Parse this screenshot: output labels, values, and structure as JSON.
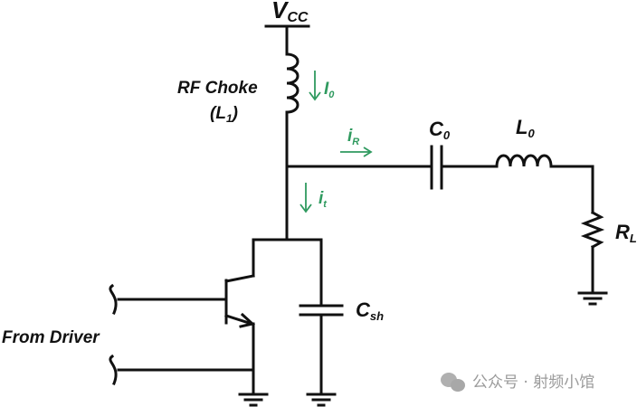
{
  "diagram": {
    "title": "Class-E amplifier schematic",
    "labels": {
      "vcc_main": "V",
      "vcc_sub": "CC",
      "choke_line1": "RF Choke",
      "choke_open": "(L",
      "choke_sub": "1",
      "choke_close": ")",
      "c0_main": "C",
      "c0_sub": "0",
      "l0_main": "L",
      "l0_sub": "0",
      "rl_main": "R",
      "rl_sub": "L",
      "csh_main": "C",
      "csh_sub": "sh",
      "driver": "From Driver"
    },
    "currents": {
      "i0_main": "I",
      "i0_sub": "0",
      "ir_main": "i",
      "ir_sub": "R",
      "it_main": "i",
      "it_sub": "t"
    },
    "colors": {
      "wire": "#111111",
      "current": "#2f9a5f",
      "watermark": "#9a9a9a"
    },
    "watermark": {
      "icon": "wechat-icon",
      "text": "公众号 · 射频小馆"
    }
  }
}
